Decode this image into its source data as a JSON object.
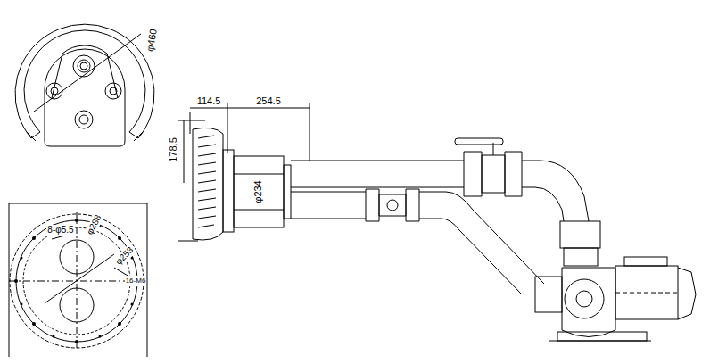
{
  "diagram": {
    "labels": [
      "φ460",
      "114.5",
      "254.5",
      "178.5",
      "φ234",
      "8-φ5.5",
      "φ288",
      "φ253",
      "16-M6"
    ]
  }
}
